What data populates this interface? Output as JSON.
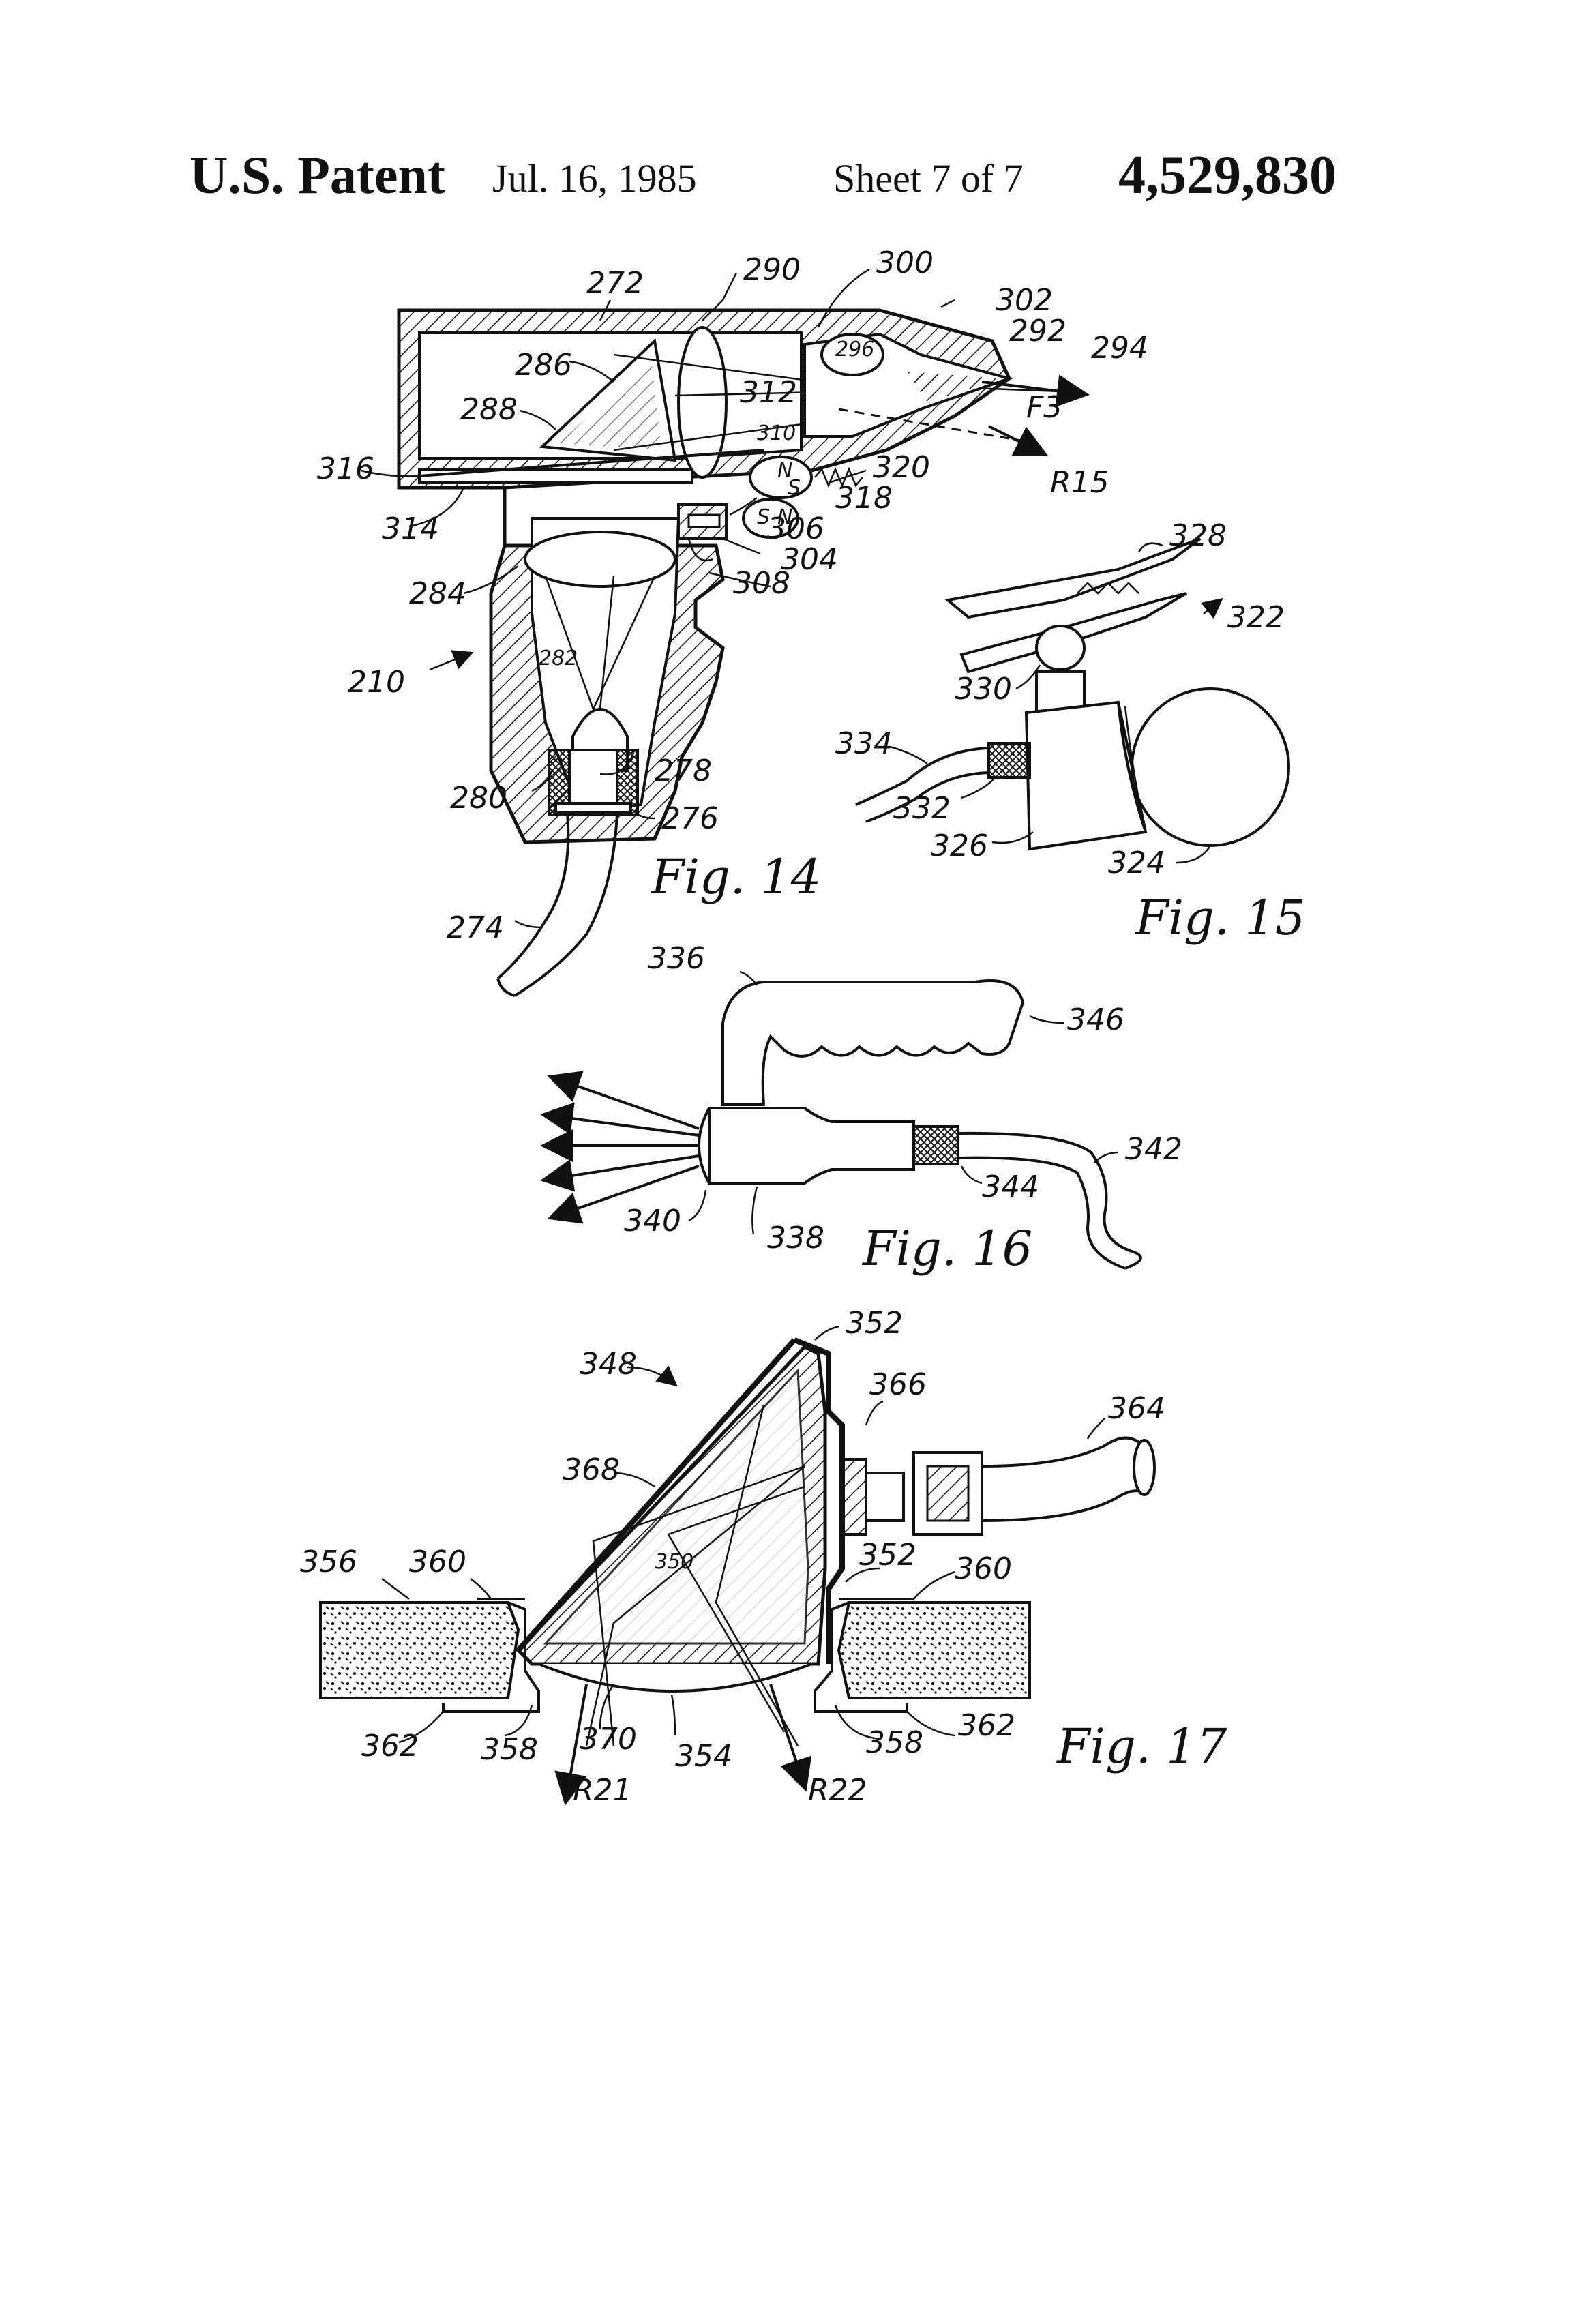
{
  "header": {
    "title": "U.S. Patent",
    "date": "Jul. 16, 1985",
    "sheet": "Sheet 7 of 7",
    "number": "4,529,830"
  },
  "figures": [
    {
      "caption": "Fig. 14",
      "assembly_ref": "210",
      "refs": [
        "272",
        "290",
        "300",
        "302",
        "286",
        "296",
        "292",
        "294",
        "288",
        "312",
        "310",
        "F3",
        "316",
        "320",
        "R15",
        "314",
        "318",
        "306",
        "304",
        "284",
        "308",
        "282",
        "280",
        "278",
        "276",
        "274"
      ]
    },
    {
      "caption": "Fig. 15",
      "assembly_ref": "322",
      "refs": [
        "328",
        "330",
        "334",
        "332",
        "326",
        "324"
      ]
    },
    {
      "caption": "Fig. 16",
      "assembly_ref": "336",
      "refs": [
        "346",
        "342",
        "344",
        "340",
        "338"
      ]
    },
    {
      "caption": "Fig. 17",
      "assembly_ref": "348",
      "refs": [
        "352",
        "366",
        "364",
        "368",
        "350",
        "356",
        "360",
        "352",
        "360",
        "362",
        "358",
        "370",
        "354",
        "358",
        "362",
        "R21",
        "R22"
      ]
    }
  ],
  "magnet_marks": [
    "N",
    "S",
    "S",
    "N"
  ]
}
